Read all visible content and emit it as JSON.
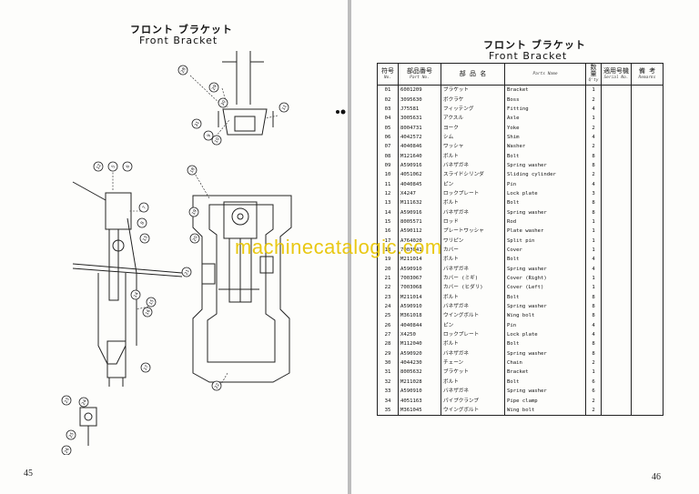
{
  "left_page": {
    "title_jp": "フロント ブラケット",
    "title_en": "Front Bracket",
    "page_number": "45",
    "callouts": [
      "28",
      "29",
      "30",
      "31",
      "9",
      "10",
      "11",
      "12",
      "5",
      "6",
      "7",
      "8",
      "13",
      "14",
      "15",
      "16",
      "17",
      "18",
      "19",
      "20",
      "21",
      "22",
      "23",
      "24",
      "25",
      "26",
      "27",
      "1",
      "2",
      "3",
      "4",
      "32",
      "33",
      "34",
      "35"
    ]
  },
  "right_page": {
    "title_jp": "フロント ブラケット",
    "title_en": "Front Bracket",
    "page_number": "46",
    "table": {
      "headers": {
        "no_jp": "符号",
        "no_en": "No.",
        "part_jp": "部品番号",
        "part_en": "Part No.",
        "name_jp": "部 品 名",
        "name_en": "Parts Name",
        "qty_jp": "数量",
        "qty_en": "Q'ty",
        "serial_jp": "適用号機",
        "serial_en": "Serial No.",
        "remarks_jp": "備 考",
        "remarks_en": "Remarks"
      },
      "rows": [
        {
          "no": "01",
          "part": "6001209",
          "jp": "ブラケット",
          "en": "Bracket",
          "qty": "1"
        },
        {
          "no": "02",
          "part": "3095630",
          "jp": "ボクラケ",
          "en": "Boss",
          "qty": "2"
        },
        {
          "no": "03",
          "part": "J75581",
          "jp": "フィッテング",
          "en": "Fitting",
          "qty": "4"
        },
        {
          "no": "04",
          "part": "3005631",
          "jp": "アクスル",
          "en": "Axle",
          "qty": "1"
        },
        {
          "no": "05",
          "part": "8004731",
          "jp": "ヨーク",
          "en": "Yoke",
          "qty": "2"
        },
        {
          "no": "06",
          "part": "4042572",
          "jp": "シム",
          "en": "Shim",
          "qty": "4"
        },
        {
          "no": "07",
          "part": "4040846",
          "jp": "ワッシャ",
          "en": "Washer",
          "qty": "2"
        },
        {
          "no": "08",
          "part": "M121640",
          "jp": "ボルト",
          "en": "Bolt",
          "qty": "8"
        },
        {
          "no": "09",
          "part": "A590916",
          "jp": "バネザガネ",
          "en": "Spring washer",
          "qty": "8"
        },
        {
          "no": "10",
          "part": "4051062",
          "jp": "スライドシリンダ",
          "en": "Sliding cylinder",
          "qty": "2"
        },
        {
          "no": "11",
          "part": "4040845",
          "jp": "ピン",
          "en": "Pin",
          "qty": "4"
        },
        {
          "no": "12",
          "part": "X4247",
          "jp": "ロックプレート",
          "en": "Lock plate",
          "qty": "3"
        },
        {
          "no": "13",
          "part": "M111632",
          "jp": "ボルト",
          "en": "Bolt",
          "qty": "8"
        },
        {
          "no": "14",
          "part": "A590916",
          "jp": "バネザガネ",
          "en": "Spring washer",
          "qty": "8"
        },
        {
          "no": "15",
          "part": "8005571",
          "jp": "ロッド",
          "en": "Rod",
          "qty": "1"
        },
        {
          "no": "16",
          "part": "A590112",
          "jp": "プレートワッシャ",
          "en": "Plate washer",
          "qty": "1"
        },
        {
          "no": "17",
          "part": "A764020",
          "jp": "ワリピン",
          "en": "Split pin",
          "qty": "1"
        },
        {
          "no": "18",
          "part": "7003041",
          "jp": "カバー",
          "en": "Cover",
          "qty": "1"
        },
        {
          "no": "19",
          "part": "M211014",
          "jp": "ボルト",
          "en": "Bolt",
          "qty": "4"
        },
        {
          "no": "20",
          "part": "A590910",
          "jp": "バネザガネ",
          "en": "Spring washer",
          "qty": "4"
        },
        {
          "no": "21",
          "part": "7003067",
          "jp": "カバー (ミギ)",
          "en": "Cover (Right)",
          "qty": "1"
        },
        {
          "no": "22",
          "part": "7003068",
          "jp": "カバー (ヒダリ)",
          "en": "Cover (Left)",
          "qty": "1"
        },
        {
          "no": "23",
          "part": "M211014",
          "jp": "ボルト",
          "en": "Bolt",
          "qty": "8"
        },
        {
          "no": "24",
          "part": "A590910",
          "jp": "バネザガネ",
          "en": "Spring washer",
          "qty": "8"
        },
        {
          "no": "25",
          "part": "M361018",
          "jp": "ウイングボルト",
          "en": "Wing bolt",
          "qty": "8"
        },
        {
          "no": "26",
          "part": "4040844",
          "jp": "ピン",
          "en": "Pin",
          "qty": "4"
        },
        {
          "no": "27",
          "part": "X4250",
          "jp": "ロックプレート",
          "en": "Lock plate",
          "qty": "4"
        },
        {
          "no": "28",
          "part": "M112040",
          "jp": "ボルト",
          "en": "Bolt",
          "qty": "8"
        },
        {
          "no": "29",
          "part": "A590920",
          "jp": "バネザガネ",
          "en": "Spring washer",
          "qty": "8"
        },
        {
          "no": "30",
          "part": "4044230",
          "jp": "チェーン",
          "en": "Chain",
          "qty": "2"
        },
        {
          "no": "31",
          "part": "8005632",
          "jp": "ブラケット",
          "en": "Bracket",
          "qty": "1"
        },
        {
          "no": "32",
          "part": "M211028",
          "jp": "ボルト",
          "en": "Bolt",
          "qty": "6"
        },
        {
          "no": "33",
          "part": "A590910",
          "jp": "バネザガネ",
          "en": "Spring washer",
          "qty": "6"
        },
        {
          "no": "34",
          "part": "4051163",
          "jp": "パイプクランプ",
          "en": "Pipe clamp",
          "qty": "2"
        },
        {
          "no": "35",
          "part": "M361045",
          "jp": "ウイングボルト",
          "en": "Wing bolt",
          "qty": "2"
        }
      ]
    }
  },
  "watermark": "machinecatalogic.com",
  "colors": {
    "paper": "#fdfdfb",
    "ink": "#111111",
    "watermark": "#e8c400"
  }
}
